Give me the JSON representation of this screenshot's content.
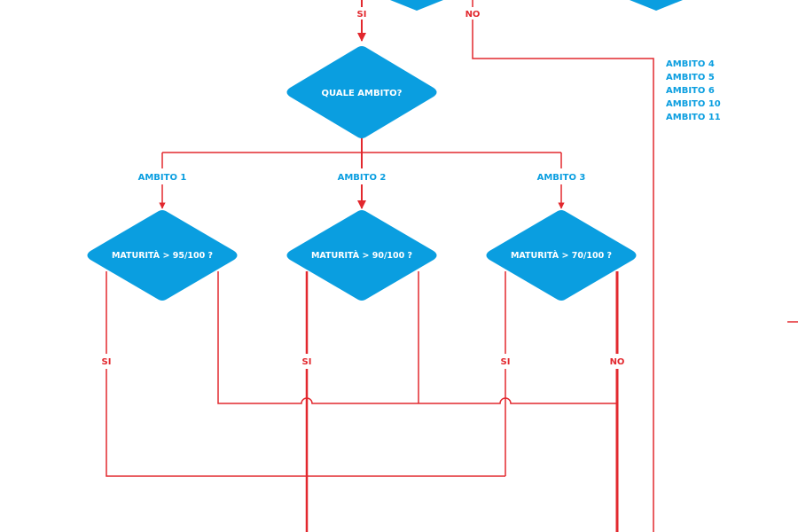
{
  "colors": {
    "line": "#e2282e",
    "diamond": "#0a9ee0",
    "diamond_text": "#ffffff",
    "blue_text": "#0a9ee0",
    "red_text": "#e2282e"
  },
  "diagram": {
    "top_si": "SI",
    "top_no": "NO",
    "main_question": "QUALE AMBITO?",
    "branches": [
      {
        "label": "AMBITO 1",
        "question": "MATURITÀ > 95/100 ?"
      },
      {
        "label": "AMBITO 2",
        "question": "MATURITÀ > 90/100 ?"
      },
      {
        "label": "AMBITO 3",
        "question": "MATURITÀ > 70/100 ?"
      }
    ],
    "other_ambiti": [
      "AMBITO 4",
      "AMBITO 5",
      "AMBITO 6",
      "AMBITO 10",
      "AMBITO 11"
    ],
    "si_label": "SI",
    "no_label": "NO"
  }
}
